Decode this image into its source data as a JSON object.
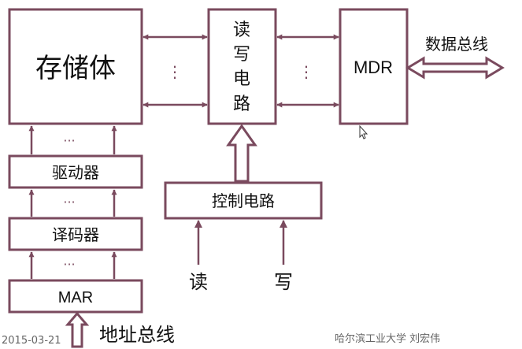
{
  "diagram": {
    "memory_label": "存储体",
    "rw_circuit_chars": [
      "读",
      "写",
      "电",
      "路"
    ],
    "mdr_label": "MDR",
    "data_bus_label": "数据总线",
    "driver_label": "驱动器",
    "decoder_label": "译码器",
    "mar_label": "MAR",
    "control_label": "控制电路",
    "read_label": "读",
    "write_label": "写",
    "address_bus_label": "地址总线",
    "ellipsis_h": "···",
    "ellipsis_v": "⋮"
  },
  "footer": {
    "date": "2015-03-21",
    "credit": "哈尔滨工业大学  刘宏伟"
  },
  "colors": {
    "stroke": "#7a4a5e",
    "text": "#111111"
  }
}
